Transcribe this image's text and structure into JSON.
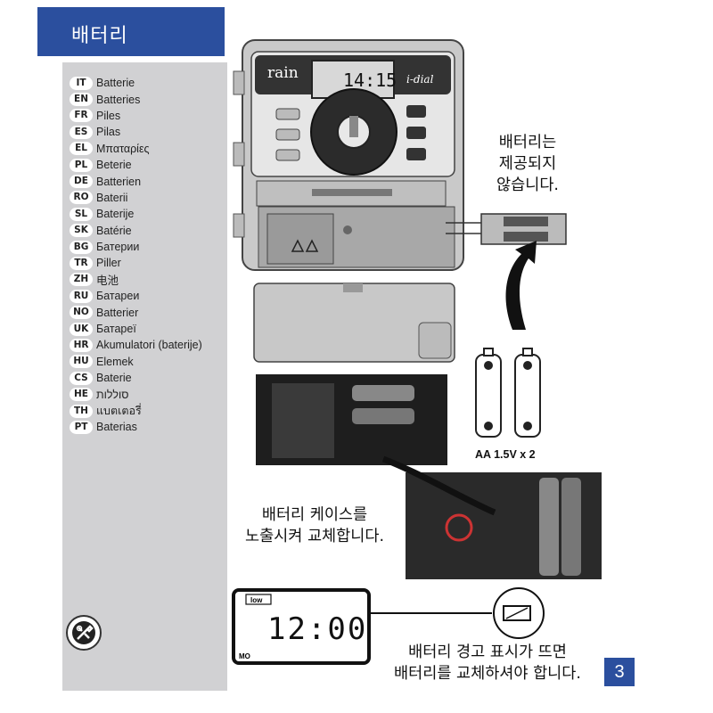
{
  "page": {
    "title": "배터리",
    "number": "3"
  },
  "languages": [
    {
      "code": "IT",
      "word": "Batterie"
    },
    {
      "code": "EN",
      "word": "Batteries"
    },
    {
      "code": "FR",
      "word": "Piles"
    },
    {
      "code": "ES",
      "word": "Pilas"
    },
    {
      "code": "EL",
      "word": "Μπαταρίες"
    },
    {
      "code": "PL",
      "word": "Beterie"
    },
    {
      "code": "DE",
      "word": "Batterien"
    },
    {
      "code": "RO",
      "word": "Baterii"
    },
    {
      "code": "SL",
      "word": "Baterije"
    },
    {
      "code": "SK",
      "word": "Batérie"
    },
    {
      "code": "BG",
      "word": "Батерии"
    },
    {
      "code": "TR",
      "word": "Piller"
    },
    {
      "code": "ZH",
      "word": "电池"
    },
    {
      "code": "RU",
      "word": "Батареи"
    },
    {
      "code": "NO",
      "word": "Batterier"
    },
    {
      "code": "UK",
      "word": "Батареї"
    },
    {
      "code": "HR",
      "word": "Akumulatori (baterije)"
    },
    {
      "code": "HU",
      "word": "Elemek"
    },
    {
      "code": "CS",
      "word": "Baterie"
    },
    {
      "code": "HE",
      "word": "סוללות"
    },
    {
      "code": "TH",
      "word": "แบตเตอรี่"
    },
    {
      "code": "PT",
      "word": "Baterias"
    }
  ],
  "controller": {
    "brand": "rain",
    "model": "i-dial",
    "display_time": "14:15"
  },
  "annotations": {
    "not_supplied_line1": "배터리는",
    "not_supplied_line2": "제공되지",
    "not_supplied_line3": "않습니다.",
    "battery_spec": "AA 1.5V x 2",
    "case_line1": "배터리 케이스를",
    "case_line2": "노출시켜 교체합니다.",
    "warning_line1": "배터리 경고 표시가 뜨면",
    "warning_line2": "배터리를 교체하셔야 합니다."
  },
  "low_display": {
    "indicator": "low",
    "time": "12:00",
    "day": "MO"
  },
  "icons": [
    "tools-icon",
    "battery-pack-icon",
    "aa-battery-icon",
    "arrow-icon",
    "low-battery-icon"
  ]
}
